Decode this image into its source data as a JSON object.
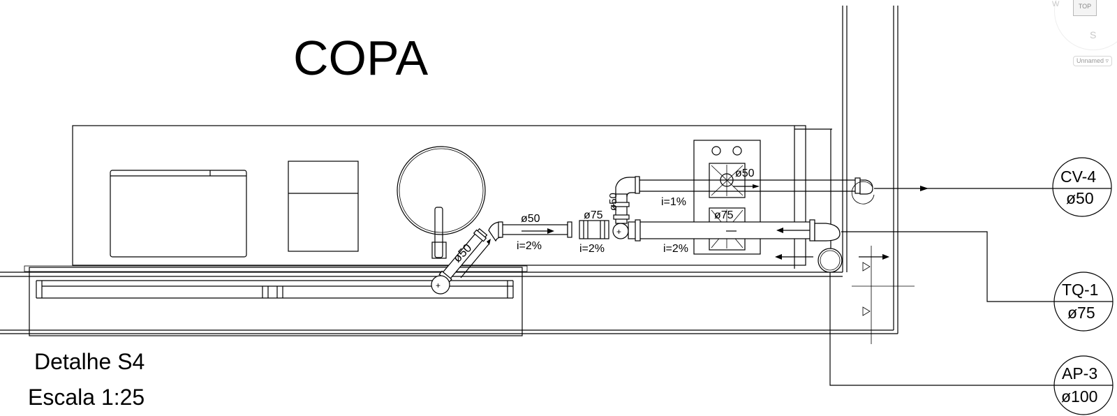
{
  "drawing": {
    "title": "COPA",
    "detail_label": "Detalhe S4",
    "scale_label": "Escala 1:25"
  },
  "pipe_labels": {
    "sink_diag": "ø50",
    "mid_diameter": "ø50",
    "mid_slope": "i=2%",
    "ø75_left": "ø75",
    "ø50_vertical": "ø50",
    "slope_left": "i=2%",
    "slope_upper": "i=1%",
    "ø50_upper": "ø50",
    "ø75_lower": "ø75",
    "slope_lower": "i=2%"
  },
  "tags": [
    {
      "id": "CV-4",
      "diameter": "ø50"
    },
    {
      "id": "TQ-1",
      "diameter": "ø75"
    },
    {
      "id": "AP-3",
      "diameter": "ø100"
    }
  ],
  "view_cube": {
    "west": "W",
    "top": "TOP",
    "south": "S",
    "ucs": "Unnamed",
    "dropdown_icon": "chevron-down-icon"
  },
  "colors": {
    "lines": "#000000",
    "background": "#ffffff",
    "viewcube": "#b8b8b8"
  }
}
